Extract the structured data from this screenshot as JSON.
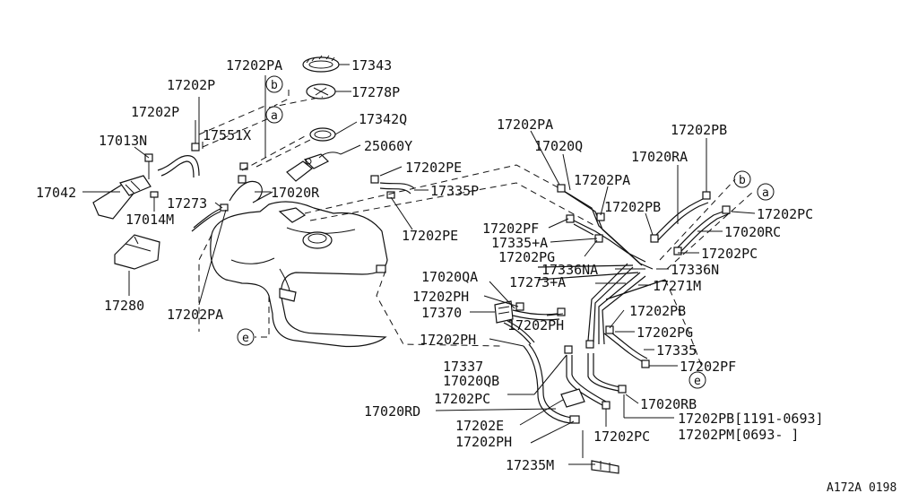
{
  "labels": {
    "p17202PA_a": "17202PA",
    "p17343": "17343",
    "p17278P": "17278P",
    "p17202P_a": "17202P",
    "p17202P_b": "17202P",
    "p17342Q": "17342Q",
    "p17551X": "17551X",
    "p17013N": "17013N",
    "p25060Y": "25060Y",
    "p17202PE_a": "17202PE",
    "p17042": "17042",
    "p17335P": "17335P",
    "p17020R": "17020R",
    "p17273": "17273",
    "p17014M": "17014M",
    "p17202PE_b": "17202PE",
    "p17280": "17280",
    "p17202PA_b": "17202PA",
    "p17202PA_c": "17202PA",
    "p17020Q": "17020Q",
    "p17202PA_d": "17202PA",
    "p17202PB_a": "17202PB",
    "p17020RA": "17020RA",
    "p17202PB_b": "17202PB",
    "p17202PC_a": "17202PC",
    "p17020RC": "17020RC",
    "p17202PF_a": "17202PF",
    "p17335A": "17335+A",
    "p17202PG_a": "17202PG",
    "p17202PC_b": "17202PC",
    "p17336NA": "17336NA",
    "p17336N": "17336N",
    "p17020QA": "17020QA",
    "p17273A": "17273+A",
    "p17271M": "17271M",
    "p17202PH_a": "17202PH",
    "p17370": "17370",
    "p17202PH_b": "17202PH",
    "p17202PB_c": "17202PB",
    "p17202PH_c": "17202PH",
    "p17202PG_b": "17202PG",
    "p17335": "17335",
    "p17202PF_b": "17202PF",
    "p17337": "17337",
    "p17020QB": "17020QB",
    "p17202PC_c": "17202PC",
    "p17020RB": "17020RB",
    "p17020RD": "17020RD",
    "p17202PB_d": "17202PB[1191-0693]",
    "p17202E": "17202E",
    "p17202PM": "17202PM[0693-     ]",
    "p17202PH_d": "17202PH",
    "p17202PC_d": "17202PC",
    "p17235M": "17235M"
  },
  "markers": {
    "b_left": "b",
    "a_left": "a",
    "b_right": "b",
    "a_right": "a",
    "e_left": "e",
    "e_right": "e"
  },
  "footer": {
    "code": "A172A 0198"
  }
}
